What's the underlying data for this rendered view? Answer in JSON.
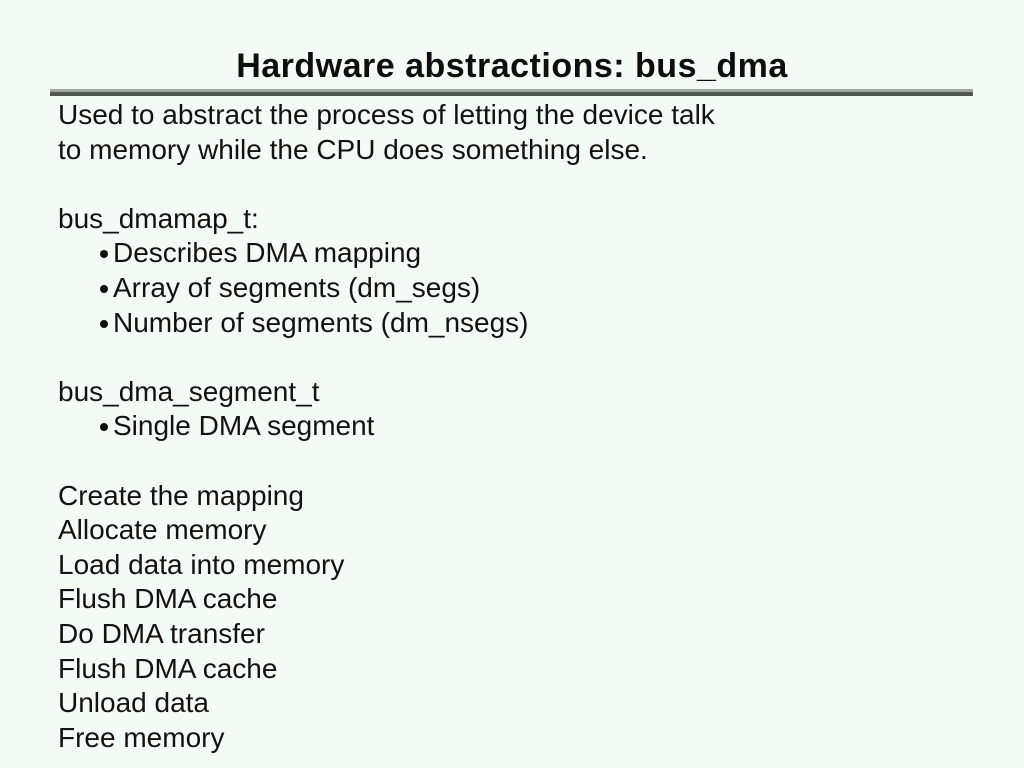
{
  "title": "Hardware abstractions: bus_dma",
  "colors": {
    "background": "#f4fbf4",
    "text": "#121212",
    "rule_top": "#a0a6a0",
    "rule_bottom": "#4e564e"
  },
  "content": {
    "intro": [
      "Used to abstract the process of letting the device talk",
      "to memory while the CPU does something else."
    ],
    "sections": [
      {
        "heading": "bus_dmamap_t:",
        "bullets": [
          "Describes DMA mapping",
          "Array of segments (dm_segs)",
          "Number of segments (dm_nsegs)"
        ]
      },
      {
        "heading": "bus_dma_segment_t",
        "bullets": [
          "Single DMA segment"
        ]
      }
    ],
    "steps": [
      "Create the mapping",
      "Allocate memory",
      "Load data into memory",
      "Flush DMA cache",
      "Do DMA transfer",
      "Flush DMA cache",
      "Unload data",
      "Free memory"
    ]
  }
}
